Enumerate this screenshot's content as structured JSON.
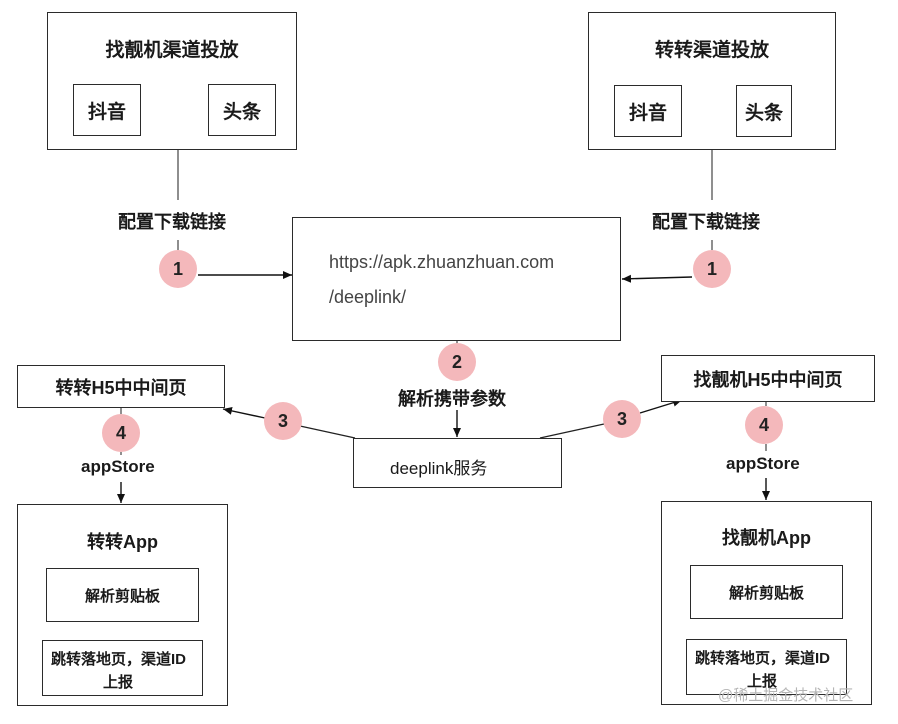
{
  "left_channel": {
    "title": "找靓机渠道投放",
    "items": [
      "抖音",
      "头条"
    ]
  },
  "right_channel": {
    "title": "转转渠道投放",
    "items": [
      "抖音",
      "头条"
    ]
  },
  "config_label_left": "配置下载链接",
  "config_label_right": "配置下载链接",
  "url_box": {
    "line1": "https://apk.zhuanzhuan.com",
    "line2": "/deeplink/"
  },
  "parse_label": "解析携带参数",
  "deeplink_service": "deeplink服务",
  "left_h5": "转转H5中中间页",
  "right_h5": "找靓机H5中中间页",
  "appstore_left": "appStore",
  "appstore_right": "appStore",
  "left_app": {
    "title": "转转App",
    "step1": "解析剪贴板",
    "step2_line1": "跳转落地页，渠道ID",
    "step2_line2": "上报"
  },
  "right_app": {
    "title": "找靓机App",
    "step1": "解析剪贴板",
    "step2_line1": "跳转落地页，渠道ID",
    "step2_line2": "上报"
  },
  "steps": {
    "s1a": "1",
    "s1b": "1",
    "s2": "2",
    "s3a": "3",
    "s3b": "3",
    "s4a": "4",
    "s4b": "4"
  },
  "watermark": "@稀土掘金技术社区"
}
